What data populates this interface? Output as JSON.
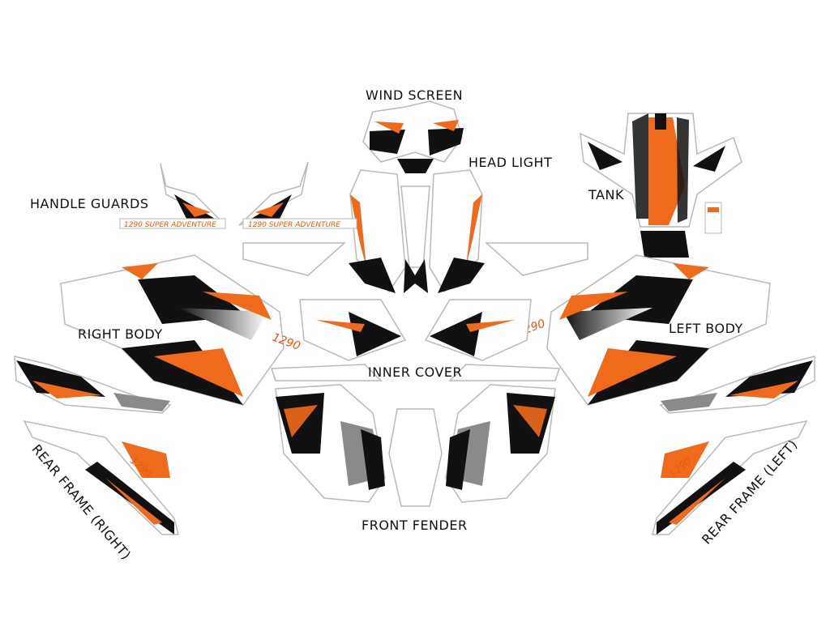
{
  "labels": {
    "wind_screen": "WIND SCREEN",
    "head_light": "HEAD LIGHT",
    "tank": "TANK",
    "handle_guards": "HANDLE GUARDS",
    "right_body": "RIGHT BODY",
    "left_body": "LEFT BODY",
    "inner_cover": "INNER COVER",
    "front_fender": "FRONT FENDER",
    "rear_frame_right": "REAR FRAME (RIGHT)",
    "rear_frame_left": "REAR FRAME (LEFT)"
  },
  "decal_text": {
    "model_strip": "1290 SUPER ADVENTURE",
    "model_number": "1290",
    "small_word": "SUPER ADVENTURE"
  },
  "colors": {
    "orange": "#ef6a1a",
    "black": "#111111",
    "gray": "#8a8a8a",
    "outline": "#b9b9b9"
  }
}
